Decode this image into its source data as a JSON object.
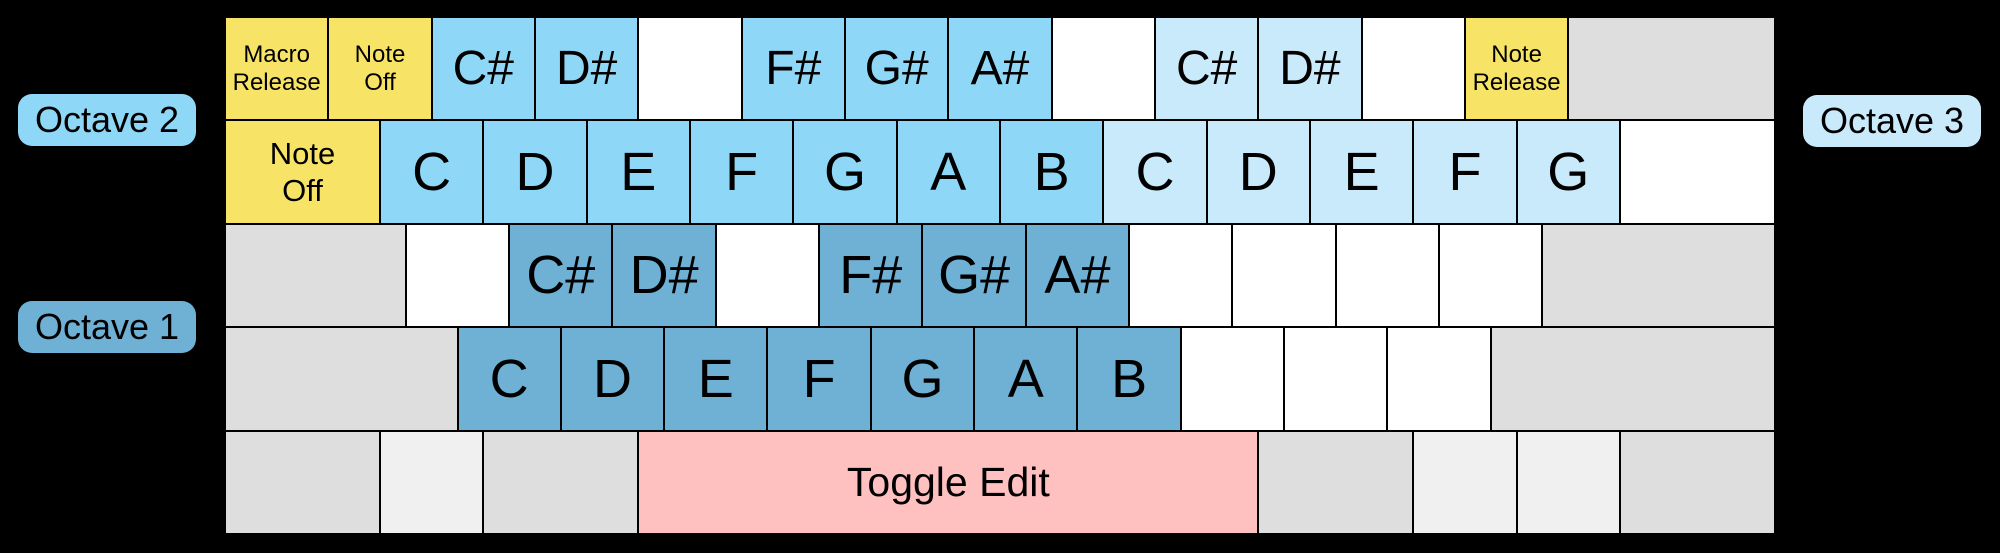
{
  "colors": {
    "background": "#000000",
    "yellow": "#F7E467",
    "sky_blue": "#8FD7F7",
    "light_blue": "#C9EAFB",
    "steel_blue": "#6FB1D5",
    "pink": "#FFC0C0",
    "gray": "#DEDEDE",
    "light_gray": "#F0F0F0",
    "white": "#FFFFFF",
    "key_border": "#000000",
    "text": "#000000"
  },
  "badges": [
    {
      "id": "octave-2",
      "label": "Octave 2",
      "color": "sky_blue"
    },
    {
      "id": "octave-1",
      "label": "Octave 1",
      "color": "steel_blue"
    },
    {
      "id": "octave-3",
      "label": "Octave 3",
      "color": "light_blue"
    }
  ],
  "keyboard": {
    "rows": [
      {
        "keys": [
          {
            "label": "Macro\nRelease",
            "color": "yellow",
            "w": 1,
            "size": "small"
          },
          {
            "label": "Note\nOff",
            "color": "yellow",
            "w": 1,
            "size": "small"
          },
          {
            "label": "C#",
            "color": "sky_blue",
            "w": 1,
            "size": "sharp"
          },
          {
            "label": "D#",
            "color": "sky_blue",
            "w": 1,
            "size": "sharp"
          },
          {
            "label": "",
            "color": "white",
            "w": 1
          },
          {
            "label": "F#",
            "color": "sky_blue",
            "w": 1,
            "size": "sharp"
          },
          {
            "label": "G#",
            "color": "sky_blue",
            "w": 1,
            "size": "sharp"
          },
          {
            "label": "A#",
            "color": "sky_blue",
            "w": 1,
            "size": "sharp"
          },
          {
            "label": "",
            "color": "white",
            "w": 1
          },
          {
            "label": "C#",
            "color": "light_blue",
            "w": 1,
            "size": "sharp"
          },
          {
            "label": "D#",
            "color": "light_blue",
            "w": 1,
            "size": "sharp"
          },
          {
            "label": "",
            "color": "white",
            "w": 1
          },
          {
            "label": "Note\nRelease",
            "color": "yellow",
            "w": 1,
            "size": "small"
          },
          {
            "label": "",
            "color": "gray",
            "w": 2
          }
        ]
      },
      {
        "keys": [
          {
            "label": "Note\nOff",
            "color": "yellow",
            "w": 1.5,
            "size": "med"
          },
          {
            "label": "C",
            "color": "sky_blue",
            "w": 1,
            "size": "note"
          },
          {
            "label": "D",
            "color": "sky_blue",
            "w": 1,
            "size": "note"
          },
          {
            "label": "E",
            "color": "sky_blue",
            "w": 1,
            "size": "note"
          },
          {
            "label": "F",
            "color": "sky_blue",
            "w": 1,
            "size": "note"
          },
          {
            "label": "G",
            "color": "sky_blue",
            "w": 1,
            "size": "note"
          },
          {
            "label": "A",
            "color": "sky_blue",
            "w": 1,
            "size": "note"
          },
          {
            "label": "B",
            "color": "sky_blue",
            "w": 1,
            "size": "note"
          },
          {
            "label": "C",
            "color": "light_blue",
            "w": 1,
            "size": "note"
          },
          {
            "label": "D",
            "color": "light_blue",
            "w": 1,
            "size": "note"
          },
          {
            "label": "E",
            "color": "light_blue",
            "w": 1,
            "size": "note"
          },
          {
            "label": "F",
            "color": "light_blue",
            "w": 1,
            "size": "note"
          },
          {
            "label": "G",
            "color": "light_blue",
            "w": 1,
            "size": "note"
          },
          {
            "label": "",
            "color": "white",
            "w": 1.5
          }
        ]
      },
      {
        "keys": [
          {
            "label": "",
            "color": "gray",
            "w": 1.75
          },
          {
            "label": "",
            "color": "white",
            "w": 1
          },
          {
            "label": "C#",
            "color": "steel_blue",
            "w": 1,
            "size": "note"
          },
          {
            "label": "D#",
            "color": "steel_blue",
            "w": 1,
            "size": "note"
          },
          {
            "label": "",
            "color": "white",
            "w": 1
          },
          {
            "label": "F#",
            "color": "steel_blue",
            "w": 1,
            "size": "note"
          },
          {
            "label": "G#",
            "color": "steel_blue",
            "w": 1,
            "size": "note"
          },
          {
            "label": "A#",
            "color": "steel_blue",
            "w": 1,
            "size": "note"
          },
          {
            "label": "",
            "color": "white",
            "w": 1
          },
          {
            "label": "",
            "color": "white",
            "w": 1
          },
          {
            "label": "",
            "color": "white",
            "w": 1
          },
          {
            "label": "",
            "color": "white",
            "w": 1
          },
          {
            "label": "",
            "color": "gray",
            "w": 2.25
          }
        ]
      },
      {
        "keys": [
          {
            "label": "",
            "color": "gray",
            "w": 2.25
          },
          {
            "label": "C",
            "color": "steel_blue",
            "w": 1,
            "size": "note"
          },
          {
            "label": "D",
            "color": "steel_blue",
            "w": 1,
            "size": "note"
          },
          {
            "label": "E",
            "color": "steel_blue",
            "w": 1,
            "size": "note"
          },
          {
            "label": "F",
            "color": "steel_blue",
            "w": 1,
            "size": "note"
          },
          {
            "label": "G",
            "color": "steel_blue",
            "w": 1,
            "size": "note"
          },
          {
            "label": "A",
            "color": "steel_blue",
            "w": 1,
            "size": "note"
          },
          {
            "label": "B",
            "color": "steel_blue",
            "w": 1,
            "size": "note"
          },
          {
            "label": "",
            "color": "white",
            "w": 1
          },
          {
            "label": "",
            "color": "white",
            "w": 1
          },
          {
            "label": "",
            "color": "white",
            "w": 1
          },
          {
            "label": "",
            "color": "gray",
            "w": 2.75
          }
        ]
      },
      {
        "keys": [
          {
            "label": "",
            "color": "gray",
            "w": 1.5
          },
          {
            "label": "",
            "color": "light_gray",
            "w": 1
          },
          {
            "label": "",
            "color": "gray",
            "w": 1.5
          },
          {
            "label": "Toggle Edit",
            "color": "pink",
            "w": 6,
            "size": "space"
          },
          {
            "label": "",
            "color": "gray",
            "w": 1.5
          },
          {
            "label": "",
            "color": "light_gray",
            "w": 1
          },
          {
            "label": "",
            "color": "light_gray",
            "w": 1
          },
          {
            "label": "",
            "color": "gray",
            "w": 1.5
          }
        ]
      }
    ]
  }
}
